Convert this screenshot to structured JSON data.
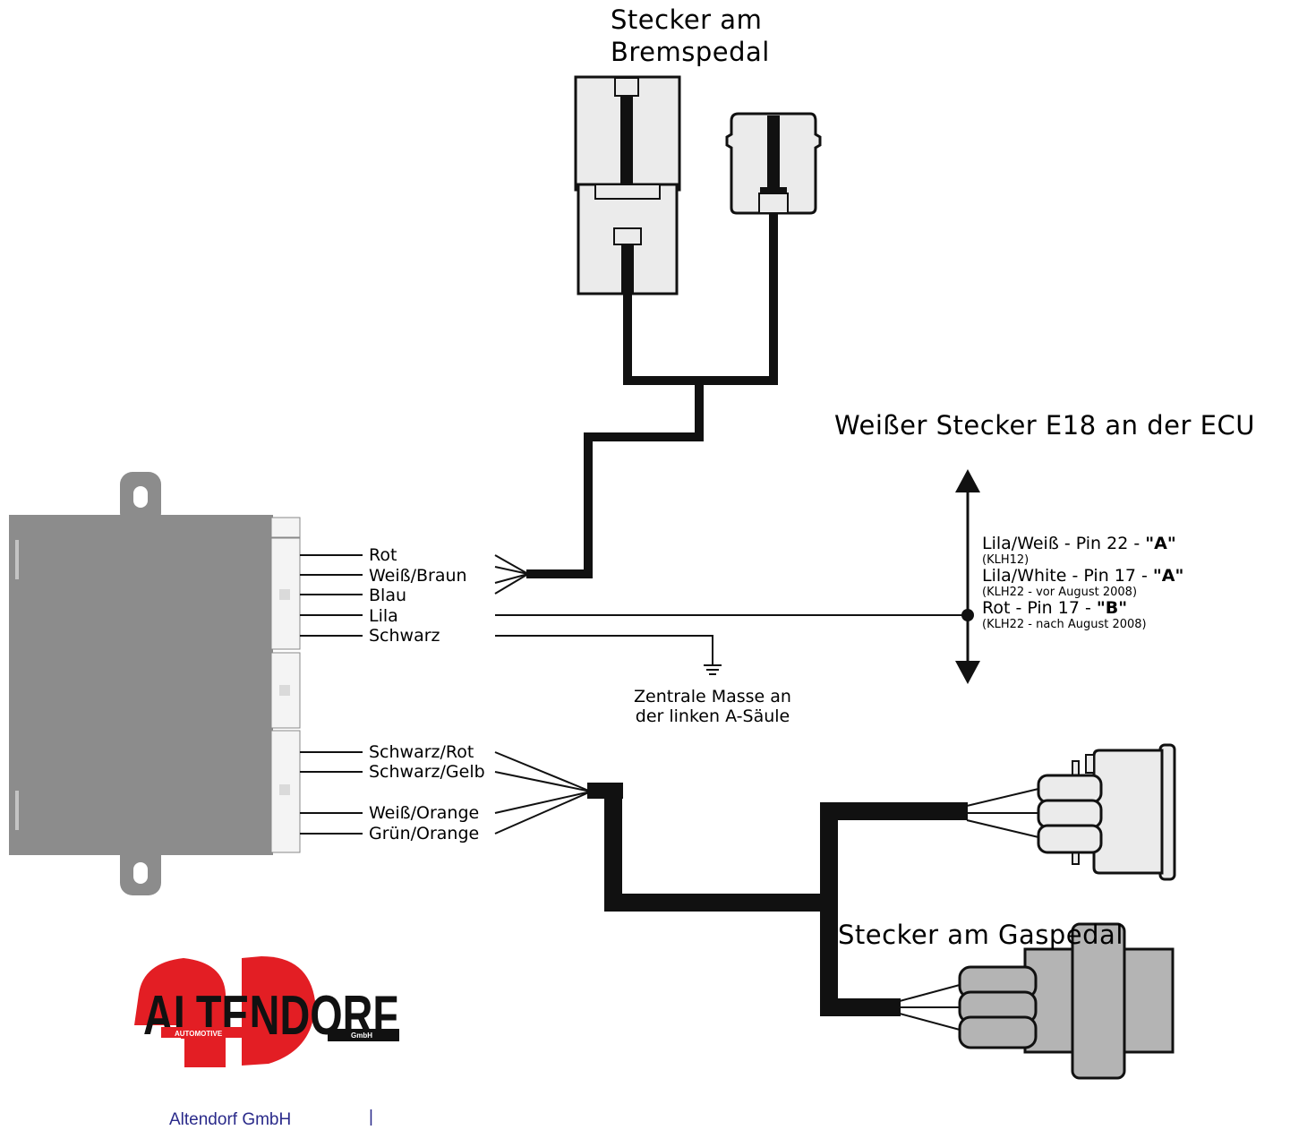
{
  "titles": {
    "brake_connector_line1": "Stecker am",
    "brake_connector_line2": "Bremspedal",
    "ecu_connector": "Weißer Stecker E18 an der ECU",
    "gas_connector": "Stecker am Gaspedal"
  },
  "wires_upper": [
    "Rot",
    "Weiß/Braun",
    "Blau",
    "Lila",
    "Schwarz"
  ],
  "wires_lower": [
    "Schwarz/Rot",
    "Schwarz/Gelb",
    "Weiß/Orange",
    "Grün/Orange"
  ],
  "ground": {
    "line1": "Zentrale Masse an",
    "line2": "der linken A-Säule"
  },
  "pins": [
    {
      "prefix": "Lila/Weiß - Pin 22 - ",
      "code": "\"A\"",
      "note": "(KLH12)"
    },
    {
      "prefix": "Lila/White - Pin 17 - ",
      "code": "\"A\"",
      "note": "(KLH22 - vor August 2008)"
    },
    {
      "prefix": "Rot - Pin 17 - ",
      "code": "\"B\"",
      "note": "(KLH22 - nach August 2008)"
    }
  ],
  "logo": {
    "text": "ALTENDORF",
    "sub_left": "AUTOMOTIVE",
    "sub_right": "GmbH"
  },
  "footer": {
    "company": "Altendorf GmbH",
    "separator": "|"
  },
  "colors": {
    "module_body": "#8c8c8c",
    "connector_light": "#ebebeb",
    "connector_grey": "#b4b4b4",
    "wire": "#111111",
    "logo_red": "#e31e24",
    "footer_text": "#2a2a8a"
  }
}
